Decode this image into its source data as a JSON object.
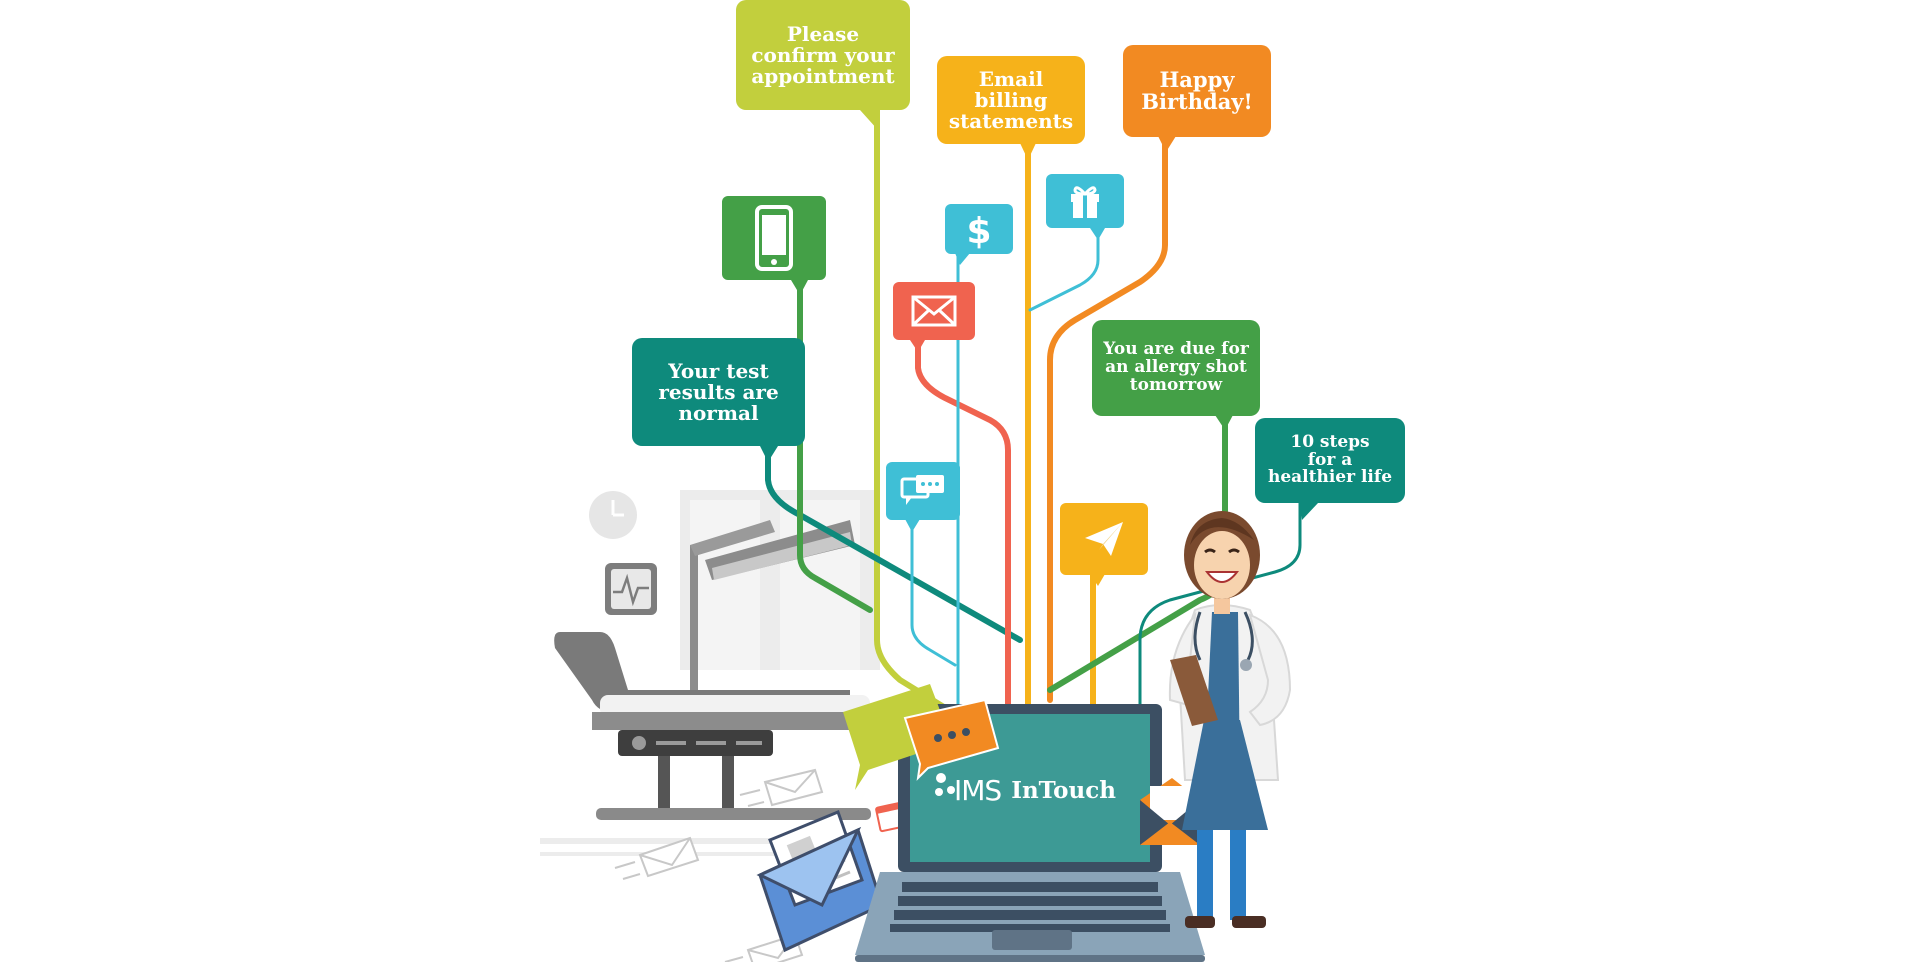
{
  "messages": {
    "confirm": "Please\nconfirm your\nappointment",
    "billing": "Email\nbilling\nstatements",
    "birthday": "Happy\nBirthday!",
    "test_results": "Your test\nresults are\nnormal",
    "allergy": "You are due for\nan allergy shot\ntomorrow",
    "steps": "10 steps\nfor a\nhealthier life"
  },
  "icons": [
    "mobile-phone-icon",
    "dollar-icon",
    "gift-icon",
    "envelope-icon",
    "chat-icon",
    "paper-plane-icon"
  ],
  "brand": {
    "ims": "IMS",
    "product": "InTouch"
  },
  "colors": {
    "lime": "#c2cf3d",
    "yellow": "#f6b21a",
    "orange": "#f28a22",
    "teal": "#0e8a7c",
    "green": "#44a047",
    "sky": "#3fbfd6",
    "coral": "#f0634f",
    "screen": "#3d9a95",
    "laptop": "#8aa4b8"
  }
}
